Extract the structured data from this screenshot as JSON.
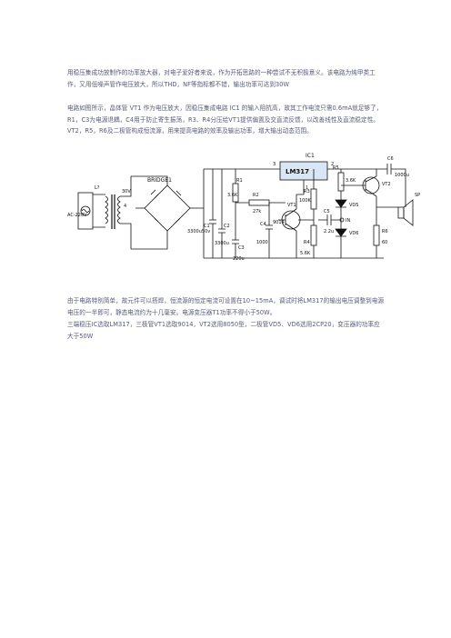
{
  "paragraphs": [
    "用稳压集成功放制作的功率放大器，对电子爱好者来说，作为开拓思路的一种尝试不无积极意义。该电路为纯甲类工作，又用低噪声管作电压放大，所以THD，NF等指标都不错，输出功率可达到30W",
    "电路如图所示，晶体管 VT1 作为电压放大，因稳压集成电路 IC1 的输入阻抗高，故其工作电流只需0.6mA就足够了，R1，C3为电源退耦，C4用于防止寄生振荡，R3、R4分压给VT1提供偏置及交直流反馈，以改善线性及直流稳定性。VT2，R5，R6及二极管构成恒流源，用来提高电路的效率及输出功率，增大输出动态范围。",
    "由于电路特别简单，故元件可以搭焊，恒流源的恒定电流可设置在10~15mA，调试时将LM317的输出电压调整到电源电压的一半即可，静态电流约为十几毫安。电源变压器T1功率不得小于50W。",
    "三端稳压IC选取LM317，三极管VT1选取9014，VT2选用8050型，二极管VD5、VD6选用2CP20，变压器的功率应大于50W"
  ],
  "schematic": {
    "labels": {
      "ic1": "IC1",
      "lm317": "LM317",
      "pin3": "3",
      "pin2": "2",
      "pin1": "1",
      "bridge": "BRIDGE1",
      "t": "L?",
      "v30": "30V",
      "n4": "4",
      "ac": "AC-220V",
      "r1": "R1",
      "r1v": "3.6K",
      "r2": "R2",
      "r2v": "27k",
      "vt1": "VT1",
      "q9014": "9014",
      "c1": "C1",
      "c1v": "3300u50v",
      "c2": "C2",
      "c2v": "3300u",
      "c3": "C3",
      "c3v": "220u",
      "c4": "C4",
      "c4v": "1000",
      "r3": "R3",
      "r3v": "100K",
      "r4": "R4",
      "r4v": "5.6K",
      "c5": "C5",
      "c5v": "2.2u",
      "in": "IN",
      "r5": "R5",
      "r5v": "3.6K",
      "vd5": "VD5",
      "vd6": "VD6",
      "vt2": "VT2",
      "r6": "R6",
      "r6v": "60",
      "c6": "C6",
      "c6v": "1000u",
      "sp": "SP"
    }
  }
}
